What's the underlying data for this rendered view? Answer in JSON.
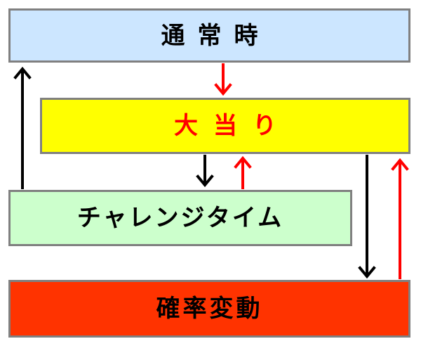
{
  "states": {
    "normal": {
      "label": "通常時",
      "fill": "#cce6ff",
      "text_color": "#000000"
    },
    "jackpot": {
      "label": "大当り",
      "fill": "#ffff00",
      "text_color": "#ff0000"
    },
    "challenge": {
      "label": "チャレンジタイム",
      "fill": "#ccffcc",
      "text_color": "#000000"
    },
    "probability": {
      "label": "確率変動",
      "fill": "#ff3300",
      "text_color": "#000000"
    }
  },
  "colors": {
    "border": "#808080",
    "arrow_red": "#ff0000",
    "arrow_black": "#000000"
  },
  "transitions": [
    {
      "from": "normal",
      "to": "jackpot",
      "color": "red"
    },
    {
      "from": "jackpot",
      "to": "challenge",
      "color": "black"
    },
    {
      "from": "challenge",
      "to": "jackpot",
      "color": "red"
    },
    {
      "from": "challenge",
      "to": "normal",
      "color": "black"
    },
    {
      "from": "jackpot",
      "to": "probability",
      "color": "black"
    },
    {
      "from": "probability",
      "to": "jackpot",
      "color": "red"
    }
  ]
}
